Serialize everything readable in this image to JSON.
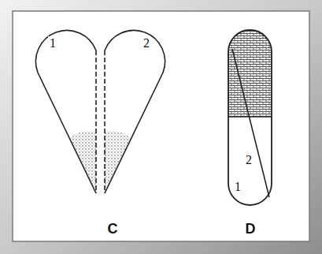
{
  "diagram": {
    "labels": [
      "1",
      "2",
      "C",
      "2",
      "1",
      "D"
    ]
  }
}
